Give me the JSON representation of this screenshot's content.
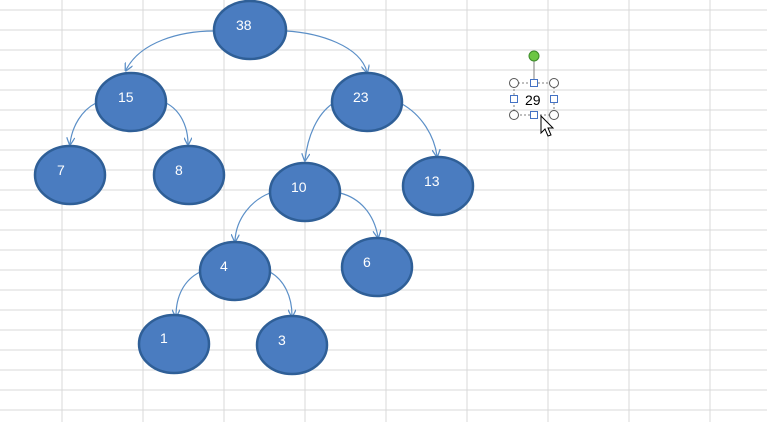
{
  "tree": {
    "nodes": [
      {
        "id": "n38",
        "label": "38"
      },
      {
        "id": "n15",
        "label": "15"
      },
      {
        "id": "n23",
        "label": "23"
      },
      {
        "id": "n7",
        "label": "7"
      },
      {
        "id": "n8",
        "label": "8"
      },
      {
        "id": "n10",
        "label": "10"
      },
      {
        "id": "n13",
        "label": "13"
      },
      {
        "id": "n4",
        "label": "4"
      },
      {
        "id": "n6",
        "label": "6"
      },
      {
        "id": "n1",
        "label": "1"
      },
      {
        "id": "n3",
        "label": "3"
      }
    ]
  },
  "selected_shape": {
    "label": "29"
  },
  "colors": {
    "node_fill": "#4a7cc0",
    "node_stroke": "#2f5f97",
    "edge": "#5b8fc7",
    "grid": "#d9d9d9",
    "rotate_handle": "#6cc644"
  },
  "icons": {
    "cursor": "mouse-pointer-icon",
    "rotate": "rotate-handle-icon"
  }
}
